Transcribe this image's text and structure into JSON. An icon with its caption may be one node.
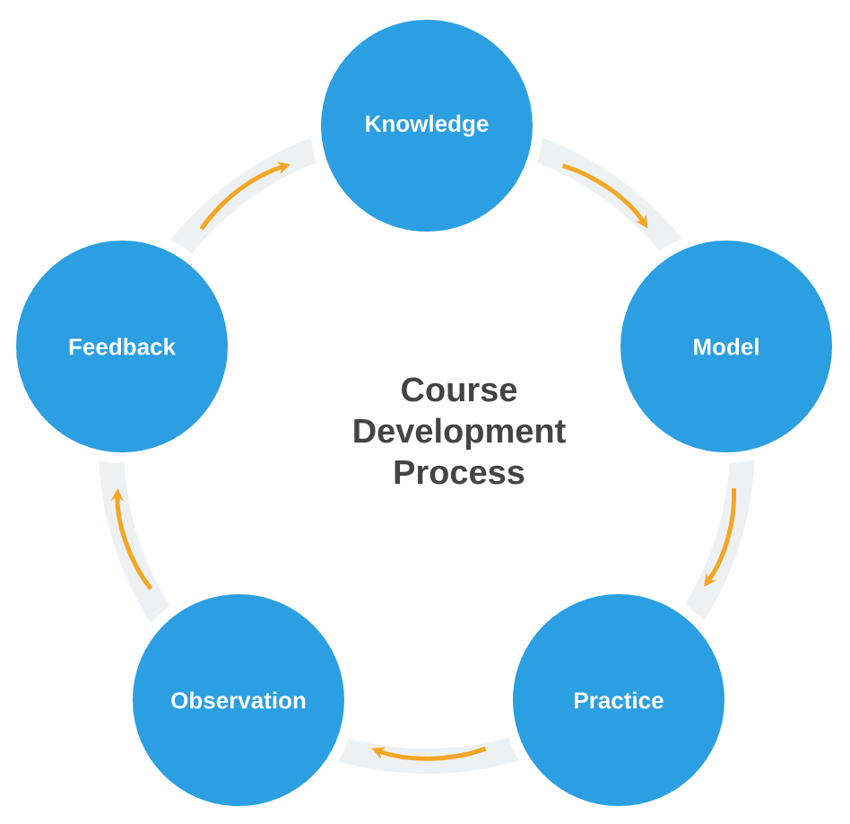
{
  "diagram": {
    "title": "Course Development Process",
    "nodes": [
      {
        "text": [
          "Knowledge"
        ]
      },
      {
        "text": [
          "Model"
        ]
      },
      {
        "text": [
          "Practice"
        ]
      },
      {
        "text": [
          "Observation"
        ]
      },
      {
        "text": [
          "Feedback"
        ]
      }
    ],
    "edges": [
      {
        "from": 0,
        "to": 1,
        "arrow": "to"
      },
      {
        "from": 1,
        "to": 2,
        "arrow": "to"
      },
      {
        "from": 2,
        "to": 3,
        "arrow": "to"
      },
      {
        "from": 3,
        "to": 4,
        "arrow": "to"
      },
      {
        "from": 4,
        "to": 0,
        "arrow": "to"
      }
    ]
  }
}
